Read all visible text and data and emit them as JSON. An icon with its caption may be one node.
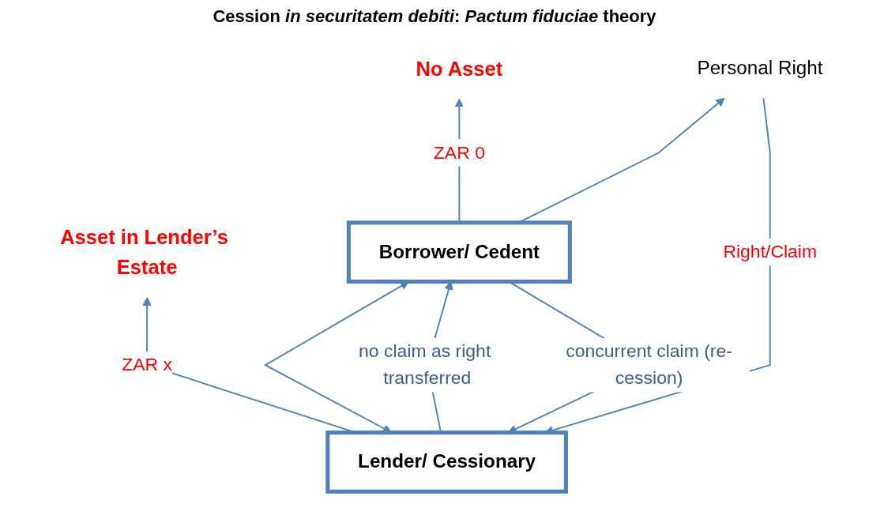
{
  "diagram": {
    "title": "Cession *in securitatem debiti*: *Pactum fiduciae* theory",
    "nodes": [
      {
        "text": [
          "Asset in Lender’s Estate"
        ]
      },
      {
        "text": [
          "No Asset"
        ]
      },
      {
        "text": [
          "Lender/ Cessionary"
        ]
      },
      {
        "text": [
          "Borrower/ Cedent"
        ]
      },
      {
        "text": [
          "Personal Right"
        ]
      }
    ],
    "edges": [
      {
        "from": 2,
        "to": 0,
        "arrow": "to",
        "label": "ZAR x"
      },
      {
        "from": 3,
        "to": 1,
        "arrow": "to",
        "label": "ZAR 0"
      },
      {
        "from": 2,
        "to": 3,
        "arrow": "both"
      },
      {
        "from": 3,
        "to": 2,
        "arrow": "to",
        "label": "concurrent claim (re-cession)"
      },
      {
        "from": 2,
        "to": 3,
        "arrow": "to",
        "label": "no claim as right transferred"
      },
      {
        "from": 4,
        "to": 2,
        "arrow": "to",
        "label": "Right/Claim"
      },
      {
        "from": 3,
        "to": 4,
        "arrow": "to"
      }
    ]
  }
}
